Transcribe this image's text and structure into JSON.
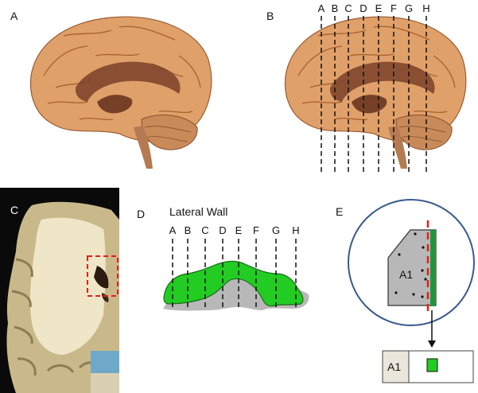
{
  "panels": {
    "a": {
      "label": "A"
    },
    "b": {
      "label": "B",
      "cut_lines": [
        "A",
        "B",
        "C",
        "D",
        "E",
        "F",
        "G",
        "H"
      ]
    },
    "c": {
      "label": "C"
    },
    "d": {
      "label": "D",
      "title": "Lateral Wall",
      "cut_lines": [
        "A",
        "B",
        "C",
        "D",
        "E",
        "F",
        "G",
        "H"
      ]
    },
    "e": {
      "label": "E",
      "region_label": "A1",
      "box_label": "A1"
    }
  },
  "colors": {
    "brain_fill": "#e0a06a",
    "brain_dark": "#7a4128",
    "section_bg": "#0a0a0a",
    "white_matter": "#efe6c8",
    "wall_green": "#22cc22",
    "gray_matter": "#b8b8b8",
    "circle_border": "#3a5a8c",
    "roi_red": "#e0201a",
    "strip_green": "#1a9a3a",
    "box_gray": "#eae6dc"
  }
}
